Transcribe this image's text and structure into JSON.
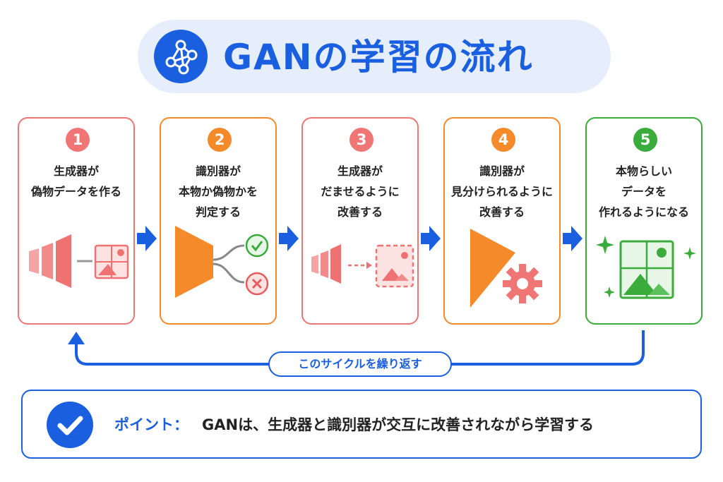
{
  "title": {
    "text": "GANの学習の流れ",
    "icon": "network-icon",
    "color": "#1a5fe0"
  },
  "steps": [
    {
      "number": "1",
      "text": "生成器が\n偽物データを作る",
      "color": "#f07575",
      "icon": "generator-image-icon"
    },
    {
      "number": "2",
      "text": "識別器が\n本物か偽物かを\n判定する",
      "color": "#f58a2a",
      "icon": "discriminator-judge-icon"
    },
    {
      "number": "3",
      "text": "生成器が\nだませるように\n改善する",
      "color": "#f07575",
      "icon": "generator-improve-icon"
    },
    {
      "number": "4",
      "text": "識別器が\n見分けられるように\n改善する",
      "color": "#f58a2a",
      "icon": "discriminator-gear-icon"
    },
    {
      "number": "5",
      "text": "本物らしい\nデータを\n作れるようになる",
      "color": "#3bab3b",
      "icon": "real-image-sparkle-icon"
    }
  ],
  "cycle": {
    "label": "このサイクルを繰り返す"
  },
  "point": {
    "label": "ポイント：",
    "text": "GANは、生成器と識別器が交互に改善されながら学習する",
    "icon": "check-icon"
  }
}
